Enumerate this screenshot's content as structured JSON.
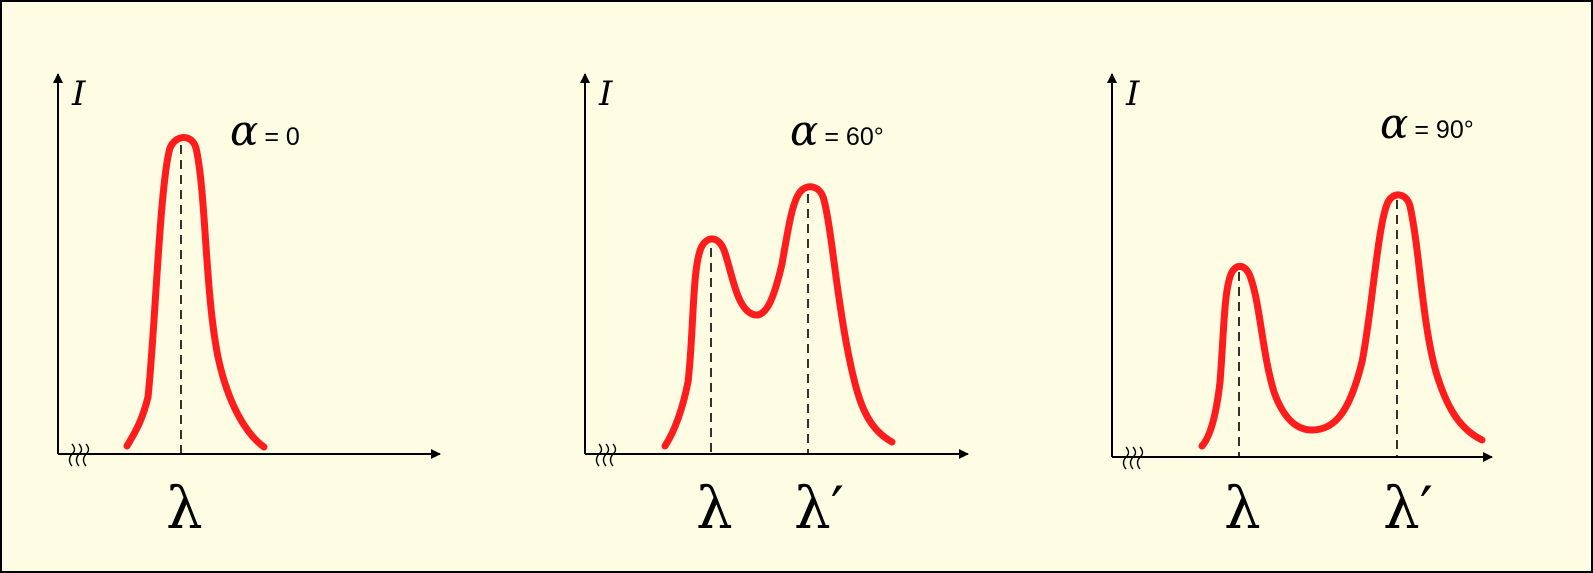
{
  "panels": [
    {
      "y_label": "I",
      "alpha_symbol": "α",
      "alpha_value": "= 0",
      "x_labels": [
        "λ"
      ],
      "peaks": [
        {
          "label": "λ",
          "relative_height": 1.0
        }
      ]
    },
    {
      "y_label": "I",
      "alpha_symbol": "α",
      "alpha_value": "= 60°",
      "x_labels": [
        "λ",
        "λ′"
      ],
      "peaks": [
        {
          "label": "λ",
          "relative_height": 0.66
        },
        {
          "label": "λ′",
          "relative_height": 0.84
        }
      ]
    },
    {
      "y_label": "I",
      "alpha_symbol": "α",
      "alpha_value": "= 90°",
      "x_labels": [
        "λ",
        "λ′"
      ],
      "peaks": [
        {
          "label": "λ",
          "relative_height": 0.59
        },
        {
          "label": "λ′",
          "relative_height": 0.82
        }
      ]
    }
  ],
  "colors": {
    "background": "#fefde3",
    "curve": "#ff1c1c",
    "axis": "#000000"
  }
}
